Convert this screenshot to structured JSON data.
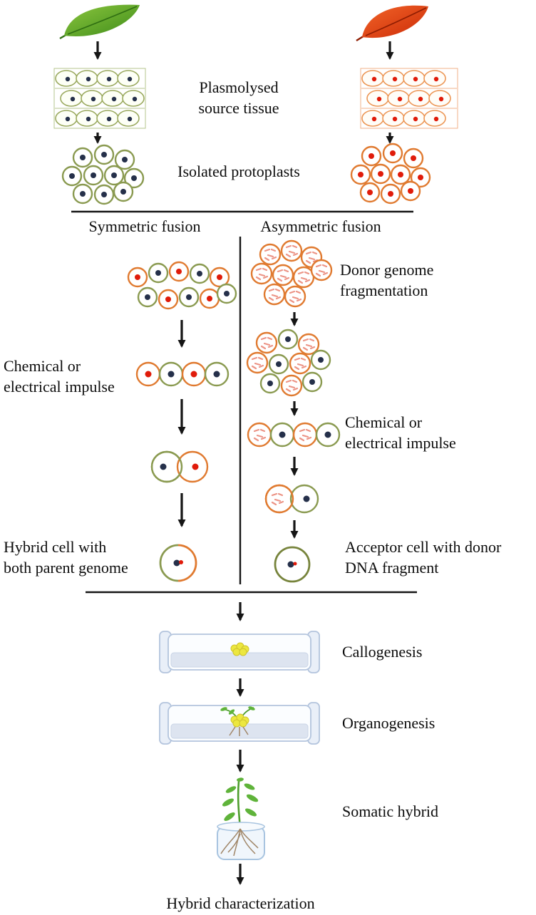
{
  "labels": {
    "plasmolysed_line1": "Plasmolysed",
    "plasmolysed_line2": "source tissue",
    "isolated": "Isolated protoplasts",
    "symmetric": "Symmetric fusion",
    "asymmetric": "Asymmetric fusion",
    "donor_line1": "Donor genome",
    "donor_line2": "fragmentation",
    "chem_left_line1": "Chemical or",
    "chem_left_line2": "electrical impulse",
    "chem_right_line1": "Chemical or",
    "chem_right_line2": "electrical impulse",
    "hybrid_line1": "Hybrid cell with",
    "hybrid_line2": "both parent genome",
    "acceptor_line1": "Acceptor cell with donor",
    "acceptor_line2": "DNA fragment",
    "callogenesis": "Callogenesis",
    "organogenesis": "Organogenesis",
    "somatic": "Somatic hybrid",
    "characterization": "Hybrid characterization"
  },
  "colors": {
    "green_leaf": "#4f9e1e",
    "orange_leaf": "#e04a10",
    "green_cell_outline": "#8a9a50",
    "orange_cell_outline": "#e07a30",
    "dark_nucleus": "#25304a",
    "red_nucleus": "#e01b0a",
    "fragment_pink": "#ec9486",
    "line_black": "#151515",
    "vessel_blue": "#b3c4dd",
    "callus_yellow": "#ece73f",
    "plant_green": "#4f9e2f",
    "root_brown": "#a08668"
  }
}
